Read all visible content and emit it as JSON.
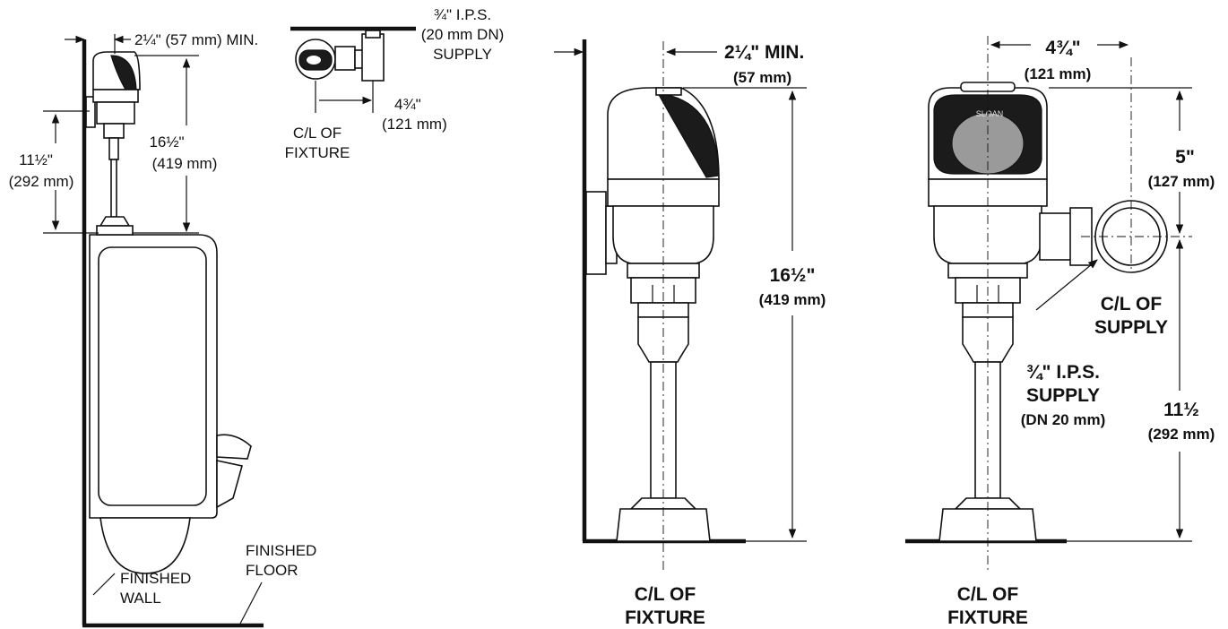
{
  "side_view": {
    "dim_top": "2¼\" (57 mm) MIN.",
    "dim_height_a": "16½\"",
    "dim_height_b": "(419 mm)",
    "dim_left_a": "11½\"",
    "dim_left_b": "(292 mm)",
    "wall_a": "FINISHED",
    "wall_b": "WALL",
    "floor_a": "FINISHED",
    "floor_b": "FLOOR"
  },
  "top_view": {
    "supply_a": "¾\" I.P.S.",
    "supply_b": "(20 mm DN)",
    "supply_c": "SUPPLY",
    "offset_a": "4¾\"",
    "offset_b": "(121 mm)",
    "cl_a": "C/L OF",
    "cl_b": "FIXTURE"
  },
  "detail_side": {
    "dim_top_a": "2¼\" MIN.",
    "dim_top_b": "(57 mm)",
    "dim_height_a": "16½\"",
    "dim_height_b": "(419 mm)",
    "cl_a": "C/L OF",
    "cl_b": "FIXTURE"
  },
  "detail_front": {
    "dim_width_a": "4¾\"",
    "dim_width_b": "(121 mm)",
    "dim_upper_a": "5\"",
    "dim_upper_b": "(127 mm)",
    "cl_supply_a": "C/L OF",
    "cl_supply_b": "SUPPLY",
    "supply_a": "¾\" I.P.S.",
    "supply_b": "SUPPLY",
    "supply_c": "(DN 20 mm)",
    "dim_lower_a": "11½",
    "dim_lower_b": "(292 mm)",
    "cl_a": "C/L OF",
    "cl_b": "FIXTURE",
    "brand": "SLOAN"
  }
}
